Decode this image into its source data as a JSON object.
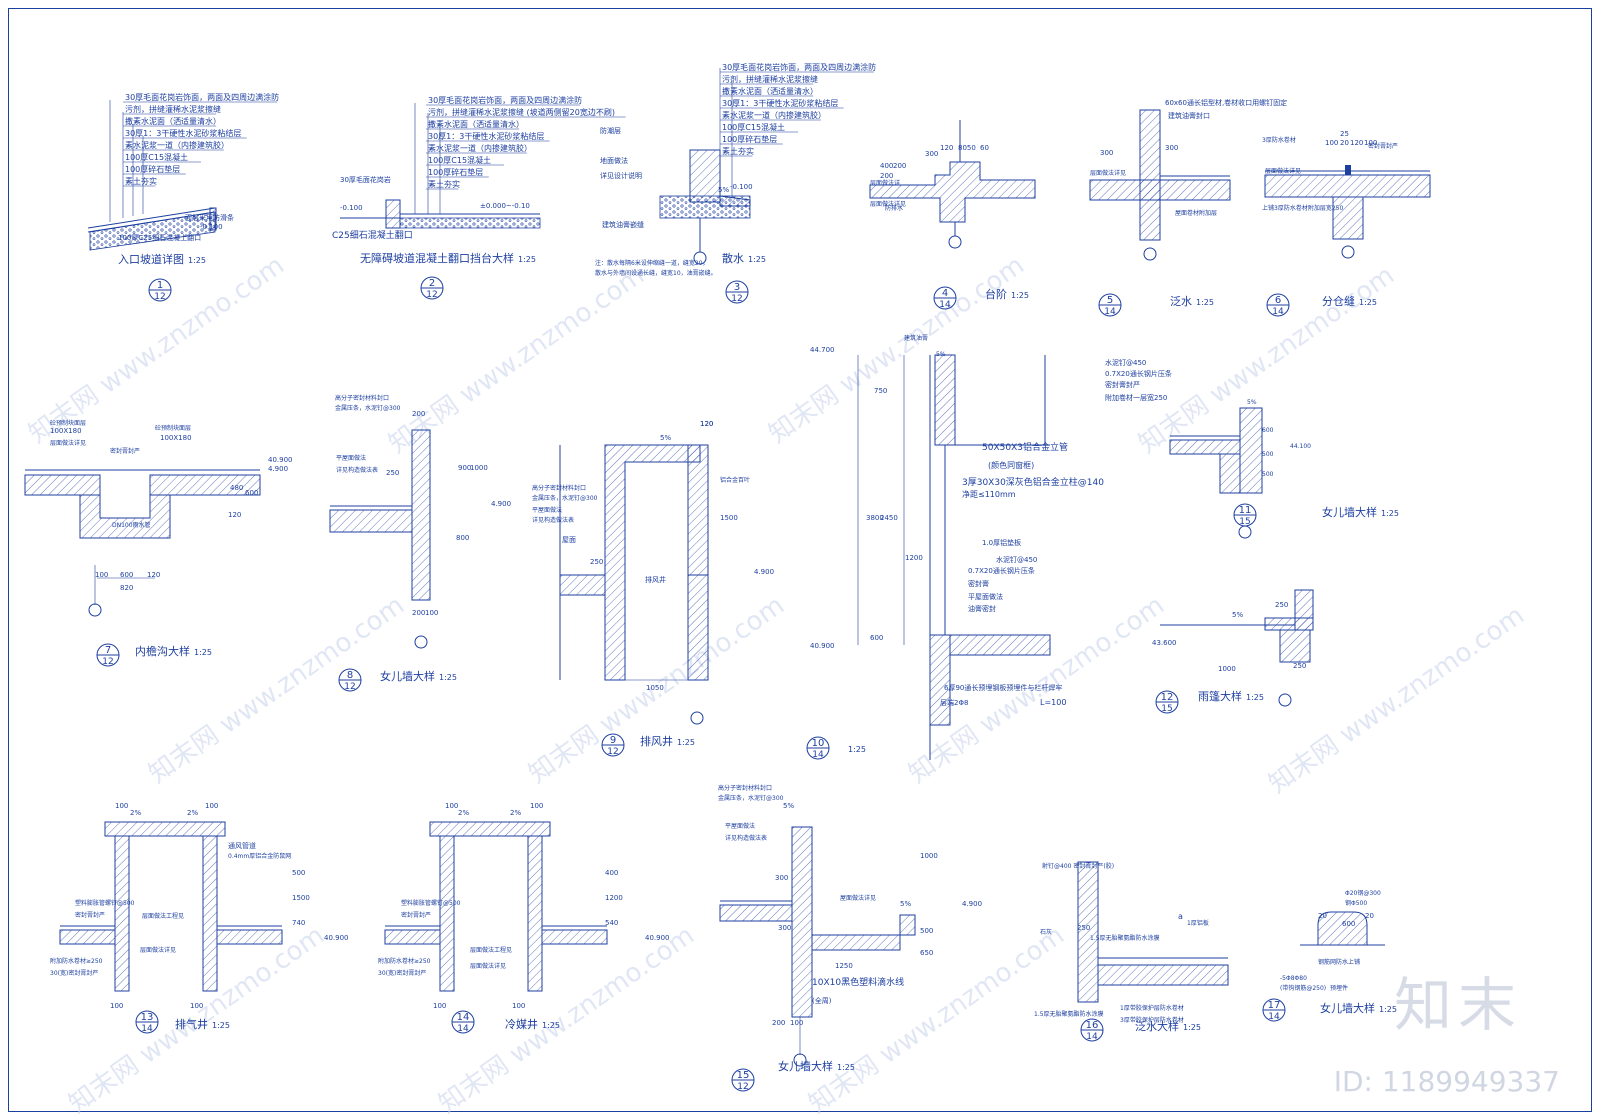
{
  "sheet": {
    "line_color": "#1d3fa0",
    "watermark_color": "#c8d3ec",
    "watermark_text": "知末网 www.znzmo.com",
    "logo_text": "知末",
    "id_text": "ID: 1189949337"
  },
  "details": [
    {
      "key": "d1",
      "number": "1",
      "sheet": "12",
      "title": "入口坡道详图",
      "scale": "1:25",
      "notes": [
        "30厚毛面花岗岩饰面，两面及四周边满涂防",
        "污剂，拼缝灌稀水泥浆擦缝",
        "撒素水泥面（洒适量清水）",
        "30厚1：3干硬性水泥砂浆粘结层",
        "素水泥浆一道（内掺建筑胶）",
        "100厚C15混凝土",
        "100厚碎石垫层",
        "素土夯实"
      ],
      "labels": [
        "100厚C25细石混凝土翻口",
        "面层采用防滑条",
        "-0.100"
      ]
    },
    {
      "key": "d2",
      "number": "2",
      "sheet": "12",
      "title": "无障碍坡道混凝土翻口挡台大样",
      "scale": "1:25",
      "notes": [
        "30厚毛面花岗岩饰面，两面及四周边满涂防",
        "污剂，拼缝灌稀水泥浆擦缝 (坡道两侧留20宽边不刷)",
        "撒素水泥面（洒适量清水）",
        "30厚1：3干硬性水泥砂浆粘结层",
        "素水泥浆一道（内掺建筑胶）",
        "100厚C15混凝土",
        "100厚碎石垫层",
        "素土夯实"
      ],
      "labels": [
        "30厚毛面花岗岩",
        "-0.100",
        "C25细石混凝土翻口",
        "±0.000~-0.10"
      ]
    },
    {
      "key": "d3",
      "number": "3",
      "sheet": "12",
      "title": "散水",
      "scale": "1:25",
      "notes": [
        "30厚毛面花岗岩饰面，两面及四周边满涂防",
        "污剂，拼缝灌稀水泥浆擦缝",
        "撒素水泥面（洒适量清水）",
        "30厚1：3干硬性水泥砂浆粘结层",
        "素水泥浆一道（内掺建筑胶）",
        "100厚C15混凝土",
        "100厚碎石垫层",
        "素土夯实"
      ],
      "labels": [
        "防潮层",
        "地面做法",
        "详见设计说明",
        "建筑油膏嵌缝",
        "5%",
        "-0.100"
      ],
      "footnote": [
        "注：散水每隔6米设伸缩缝一道，缝宽20，",
        "散水与外墙间设通长缝，缝宽10，油膏嵌缝。"
      ]
    },
    {
      "key": "d4",
      "number": "4",
      "sheet": "14",
      "title": "台阶",
      "scale": "1:25",
      "labels": [
        "120",
        "8050",
        "60",
        "300",
        "400",
        "200",
        "200",
        "层面做法详",
        "层面做法详见",
        "防排水"
      ]
    },
    {
      "key": "d5",
      "number": "5",
      "sheet": "14",
      "title": "泛水",
      "scale": "1:25",
      "labels": [
        "60x60通长铝型材,卷材收口用螺钉固定",
        "建筑油膏封口",
        "300",
        "300",
        "层面做法详见",
        "屋面卷材附加层"
      ]
    },
    {
      "key": "d6",
      "number": "6",
      "sheet": "14",
      "title": "分仓缝",
      "scale": "1:25",
      "labels": [
        "3厚防水卷材",
        "25",
        "100",
        "20",
        "120",
        "100",
        "密封膏封严",
        "层面做法详见",
        "上铺3厚防水卷材附加层宽250"
      ]
    },
    {
      "key": "d7",
      "number": "7",
      "sheet": "12",
      "title": "内檐沟大样",
      "scale": "1:25",
      "labels": [
        "砼预制块面层",
        "100X180",
        "层面做法详见",
        "密封膏封严",
        "砼预制块面层",
        "100X180",
        "DN100雨水管",
        "40.900",
        "4.900",
        "480",
        "600",
        "120",
        "100",
        "600",
        "120",
        "820"
      ]
    },
    {
      "key": "d8",
      "number": "8",
      "sheet": "12",
      "title": "女儿墙大样",
      "scale": "1:25",
      "labels": [
        "高分子密封材料封口",
        "金属压条，水泥钉@300",
        "200",
        "平屋面做法",
        "详见构造做法表",
        "900",
        "1000",
        "250",
        "800",
        "4.900",
        "200",
        "100"
      ]
    },
    {
      "key": "d9",
      "number": "9",
      "sheet": "12",
      "title": "排风井",
      "scale": "1:25",
      "labels": [
        "5%",
        "120",
        "高分子密封材料封口",
        "金属压条，水泥钉@300",
        "平屋面做法",
        "详见构造做法表",
        "屋面",
        "250",
        "排风井",
        "铝合金百叶",
        "1500",
        "4.900",
        "1050",
        "120"
      ]
    },
    {
      "key": "d10",
      "number": "10",
      "sheet": "14",
      "title": "",
      "scale": "1:25",
      "labels": [
        "44.700",
        "750",
        "3800",
        "2450",
        "1200",
        "600",
        "40.900",
        "建筑油膏",
        "5%",
        "50X50X3铝合金立管",
        "(颜色同窗框)",
        "3厚30X30深灰色铝合金立柱@140",
        "净距≤110mm",
        "1.0厚铝垫板",
        "水泥钉@450",
        "0.7X20通长钢片压条",
        "密封膏",
        "平屋面做法",
        "油膏密封",
        "6厚90通长预埋钢板预埋件与栏杆焊牢",
        "层端2Φ8",
        "L=100"
      ]
    },
    {
      "key": "d11",
      "number": "11",
      "sheet": "15",
      "title": "女儿墙大样",
      "scale": "1:25",
      "labels": [
        "水泥钉@450",
        "0.7X20通长钢片压条",
        "密封膏封严",
        "附加卷材一层宽250",
        "5%",
        "600",
        "500",
        "500",
        "44.100"
      ]
    },
    {
      "key": "d12",
      "number": "12",
      "sheet": "15",
      "title": "雨篷大样",
      "scale": "1:25",
      "labels": [
        "5%",
        "250",
        "43.600",
        "1000",
        "250"
      ]
    },
    {
      "key": "d13",
      "number": "13",
      "sheet": "14",
      "title": "排气井",
      "scale": "1:25",
      "labels": [
        "100",
        "2%",
        "2%",
        "100",
        "通风管道",
        "0.4mm厚铝合金防鼠网",
        "500",
        "1500",
        "740",
        "40.900",
        "塑料膨胀管螺钉@500",
        "密封膏封严",
        "层面做法工程见",
        "层面做法详见",
        "附加防水卷材≥250",
        "30(宽)密封膏封严",
        "100",
        "100"
      ]
    },
    {
      "key": "d14",
      "number": "14",
      "sheet": "14",
      "title": "冷媒井",
      "scale": "1:25",
      "labels": [
        "100",
        "2%",
        "2%",
        "100",
        "400",
        "1200",
        "540",
        "40.900",
        "塑料膨胀管螺钉@500",
        "密封膏封严",
        "层面做法工程见",
        "层面做法详见",
        "附加防水卷材≥250",
        "30(宽)密封膏封严",
        "100",
        "100"
      ]
    },
    {
      "key": "d15",
      "number": "15",
      "sheet": "12",
      "title": "女儿墙大样",
      "scale": "1:25",
      "labels": [
        "高分子密封材料封口",
        "金属压条，水泥钉@300",
        "5%",
        "平屋面做法",
        "详见构造做法表",
        "300",
        "1000",
        "5%",
        "4.900",
        "屋面做法详见",
        "500",
        "650",
        "300",
        "1250",
        "10X10黑色塑料滴水线",
        "(全周)",
        "200",
        "100"
      ]
    },
    {
      "key": "d16",
      "number": "16",
      "sheet": "14",
      "title": "泛水大样",
      "scale": "1:25",
      "labels": [
        "射钉@400 密封膏封严(胶)",
        "a",
        "1厚铝板",
        "250",
        "1.5厚无胎聚氨酯防水涂膜",
        "石灰",
        "1.5厚无胎聚氨酯防水涂膜",
        "1厚带胶保护层防水卷材",
        "3厚带胶保护层防水卷材"
      ]
    },
    {
      "key": "d17",
      "number": "17",
      "sheet": "14",
      "title": "女儿墙大样",
      "scale": "1:25",
      "labels": [
        "Φ20钢@300",
        "钢Φ500",
        "20",
        "600",
        "20",
        "钢筋网防水上铺",
        "-5Φ8Φ80",
        "(带钩钢筋@250)",
        "预埋件"
      ]
    }
  ]
}
